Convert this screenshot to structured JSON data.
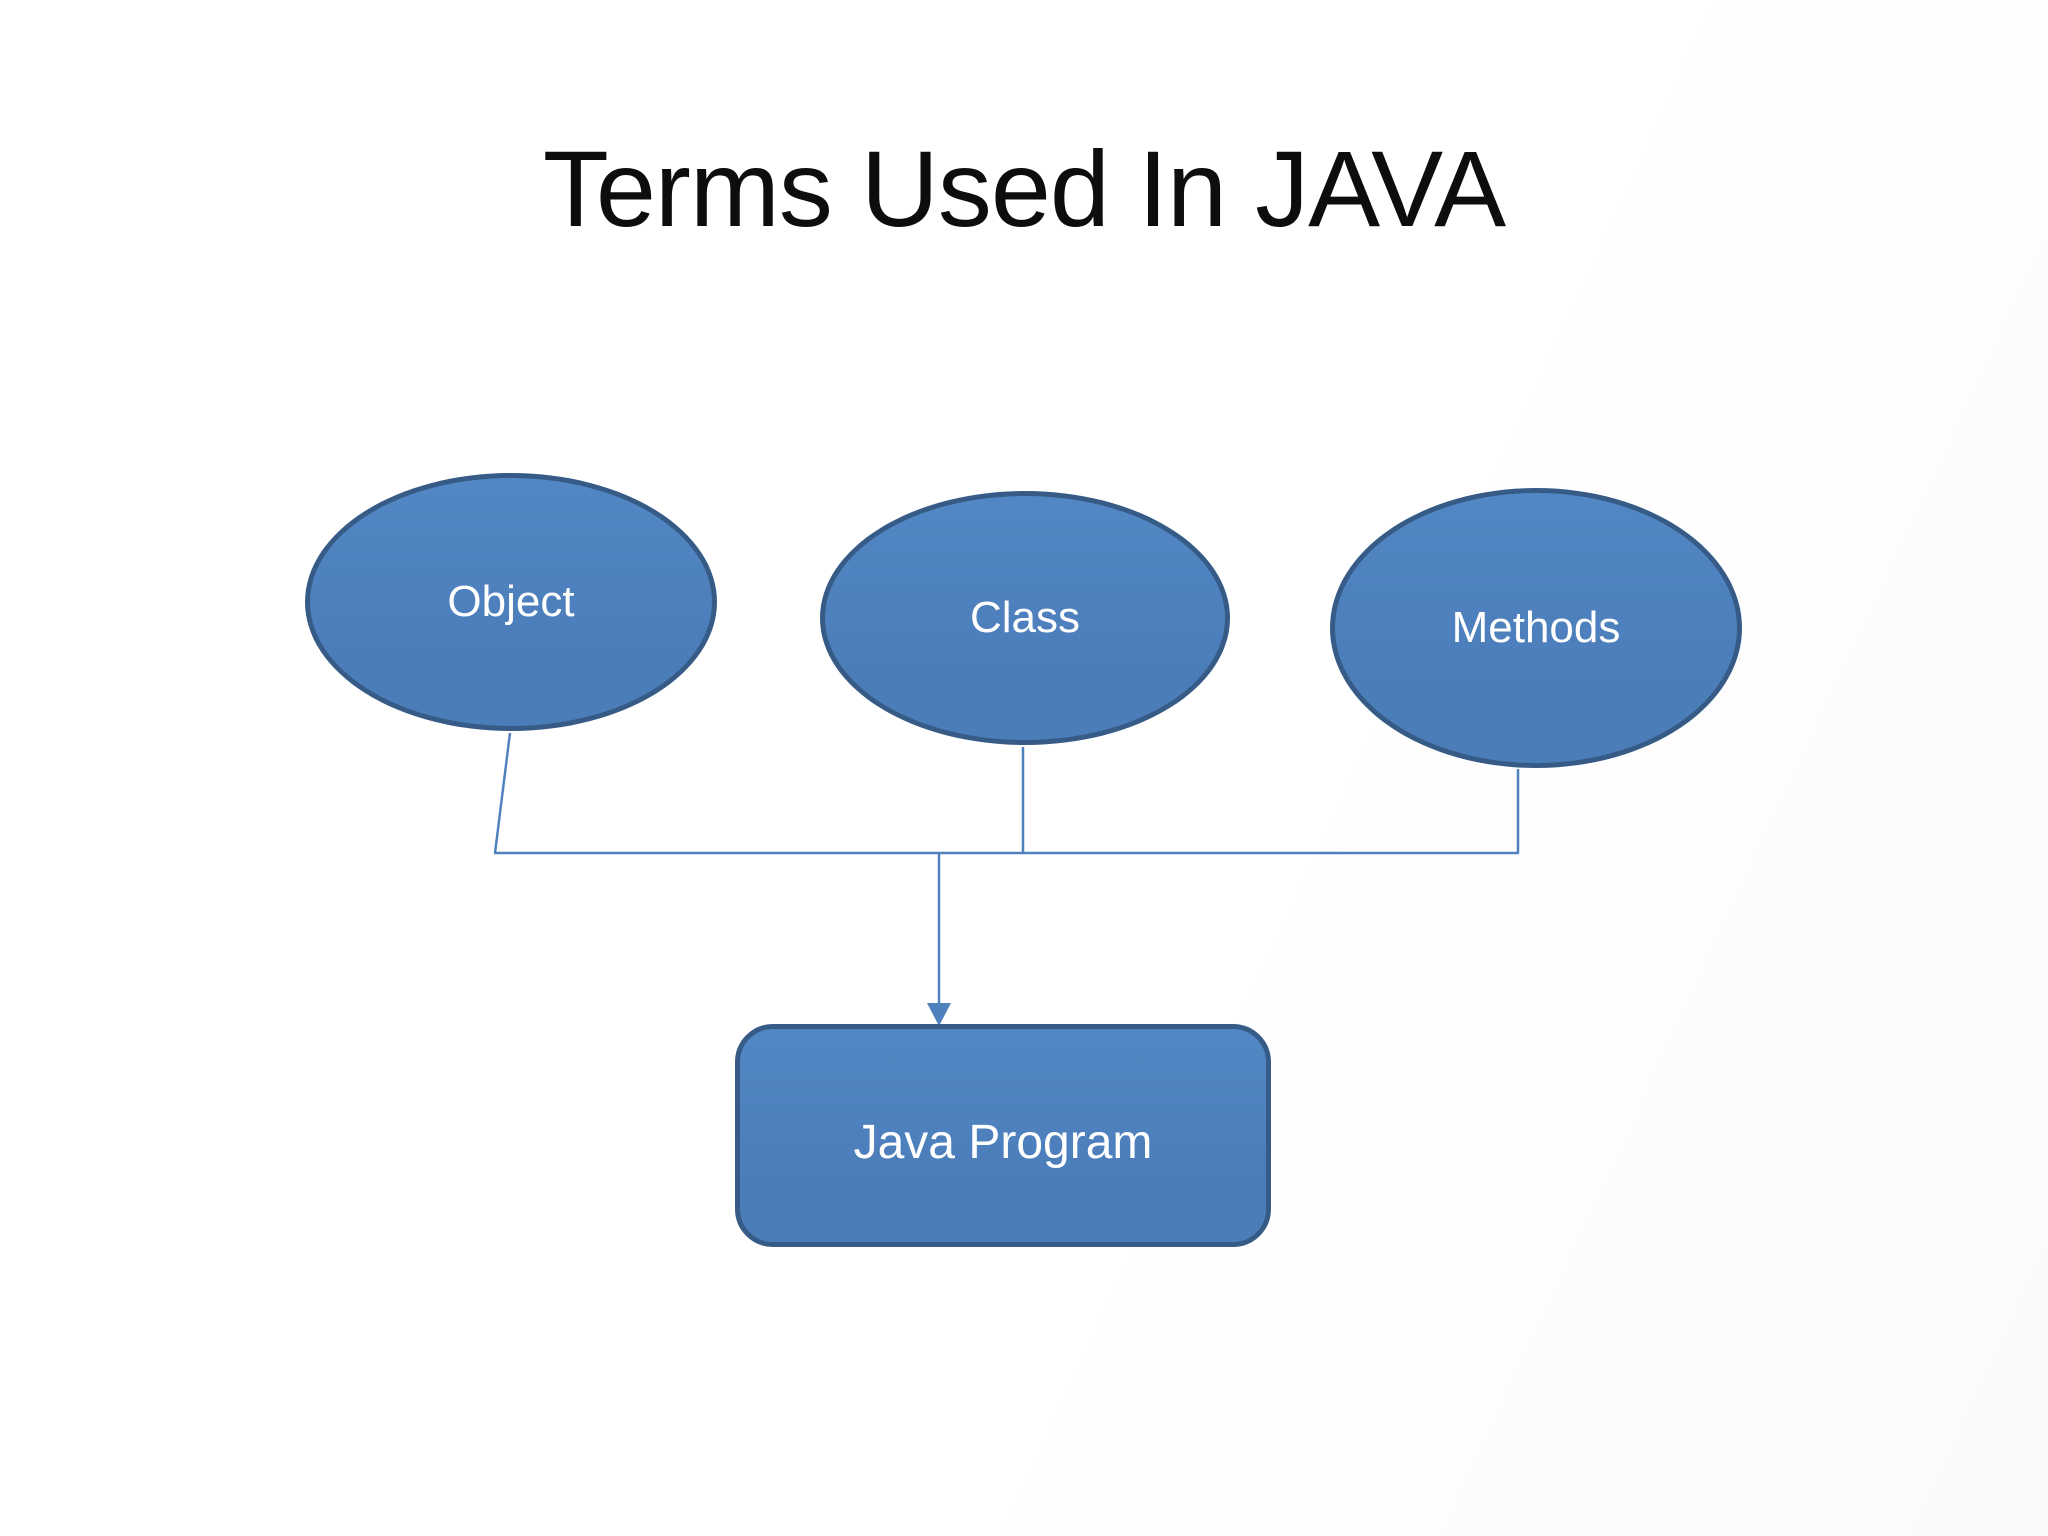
{
  "slide": {
    "title": "Terms Used In JAVA"
  },
  "diagram": {
    "type": "flowchart",
    "nodes": [
      {
        "id": "object",
        "label": "Object",
        "shape": "ellipse"
      },
      {
        "id": "class",
        "label": "Class",
        "shape": "ellipse"
      },
      {
        "id": "methods",
        "label": "Methods",
        "shape": "ellipse"
      },
      {
        "id": "java-program",
        "label": "Java Program",
        "shape": "rounded-rectangle"
      }
    ],
    "edges": [
      {
        "from": "object",
        "to": "merge-junction",
        "arrow": false
      },
      {
        "from": "class",
        "to": "merge-junction",
        "arrow": false
      },
      {
        "from": "methods",
        "to": "merge-junction",
        "arrow": false
      },
      {
        "from": "merge-junction",
        "to": "java-program",
        "arrow": true
      }
    ],
    "colors": {
      "node_fill": "#4b7db9",
      "node_border": "#365b86",
      "connector": "#4f81bd",
      "label_text": "#ffffff",
      "title_text": "#0d0d0d"
    }
  }
}
